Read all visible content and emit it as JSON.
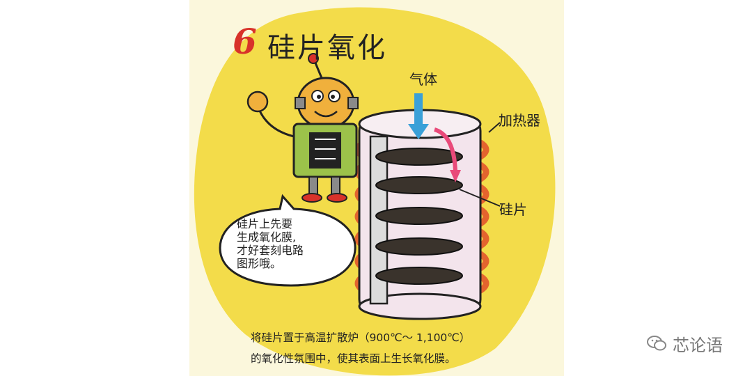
{
  "title": {
    "number": "6",
    "text": "硅片氧化"
  },
  "labels": {
    "gas": "气体",
    "heater": "加热器",
    "wafer": "硅片"
  },
  "speech_bubble": {
    "lines": [
      "硅片上先要",
      "生成氧化膜,",
      "才好套刻电路",
      "图形哦。"
    ]
  },
  "caption": {
    "lines": [
      "将硅片置于高温扩散炉（900℃～ 1,100℃）",
      "的氧化性氛围中，使其表面上生长氧化膜。"
    ]
  },
  "watermark": {
    "icon": "wechat-icon",
    "text": "芯论语"
  },
  "colors": {
    "background_blob": "#f3dc4a",
    "panel": "#fbf7dc",
    "title_number": "#d8322a",
    "gas_arrow": "#3aa0d8",
    "flow_arrow": "#e94a7a",
    "heater_coil": "#e3642e",
    "furnace_interior": "#f3e4ec",
    "wafer": "#3a332c",
    "robot_body": "#9cc24a"
  }
}
